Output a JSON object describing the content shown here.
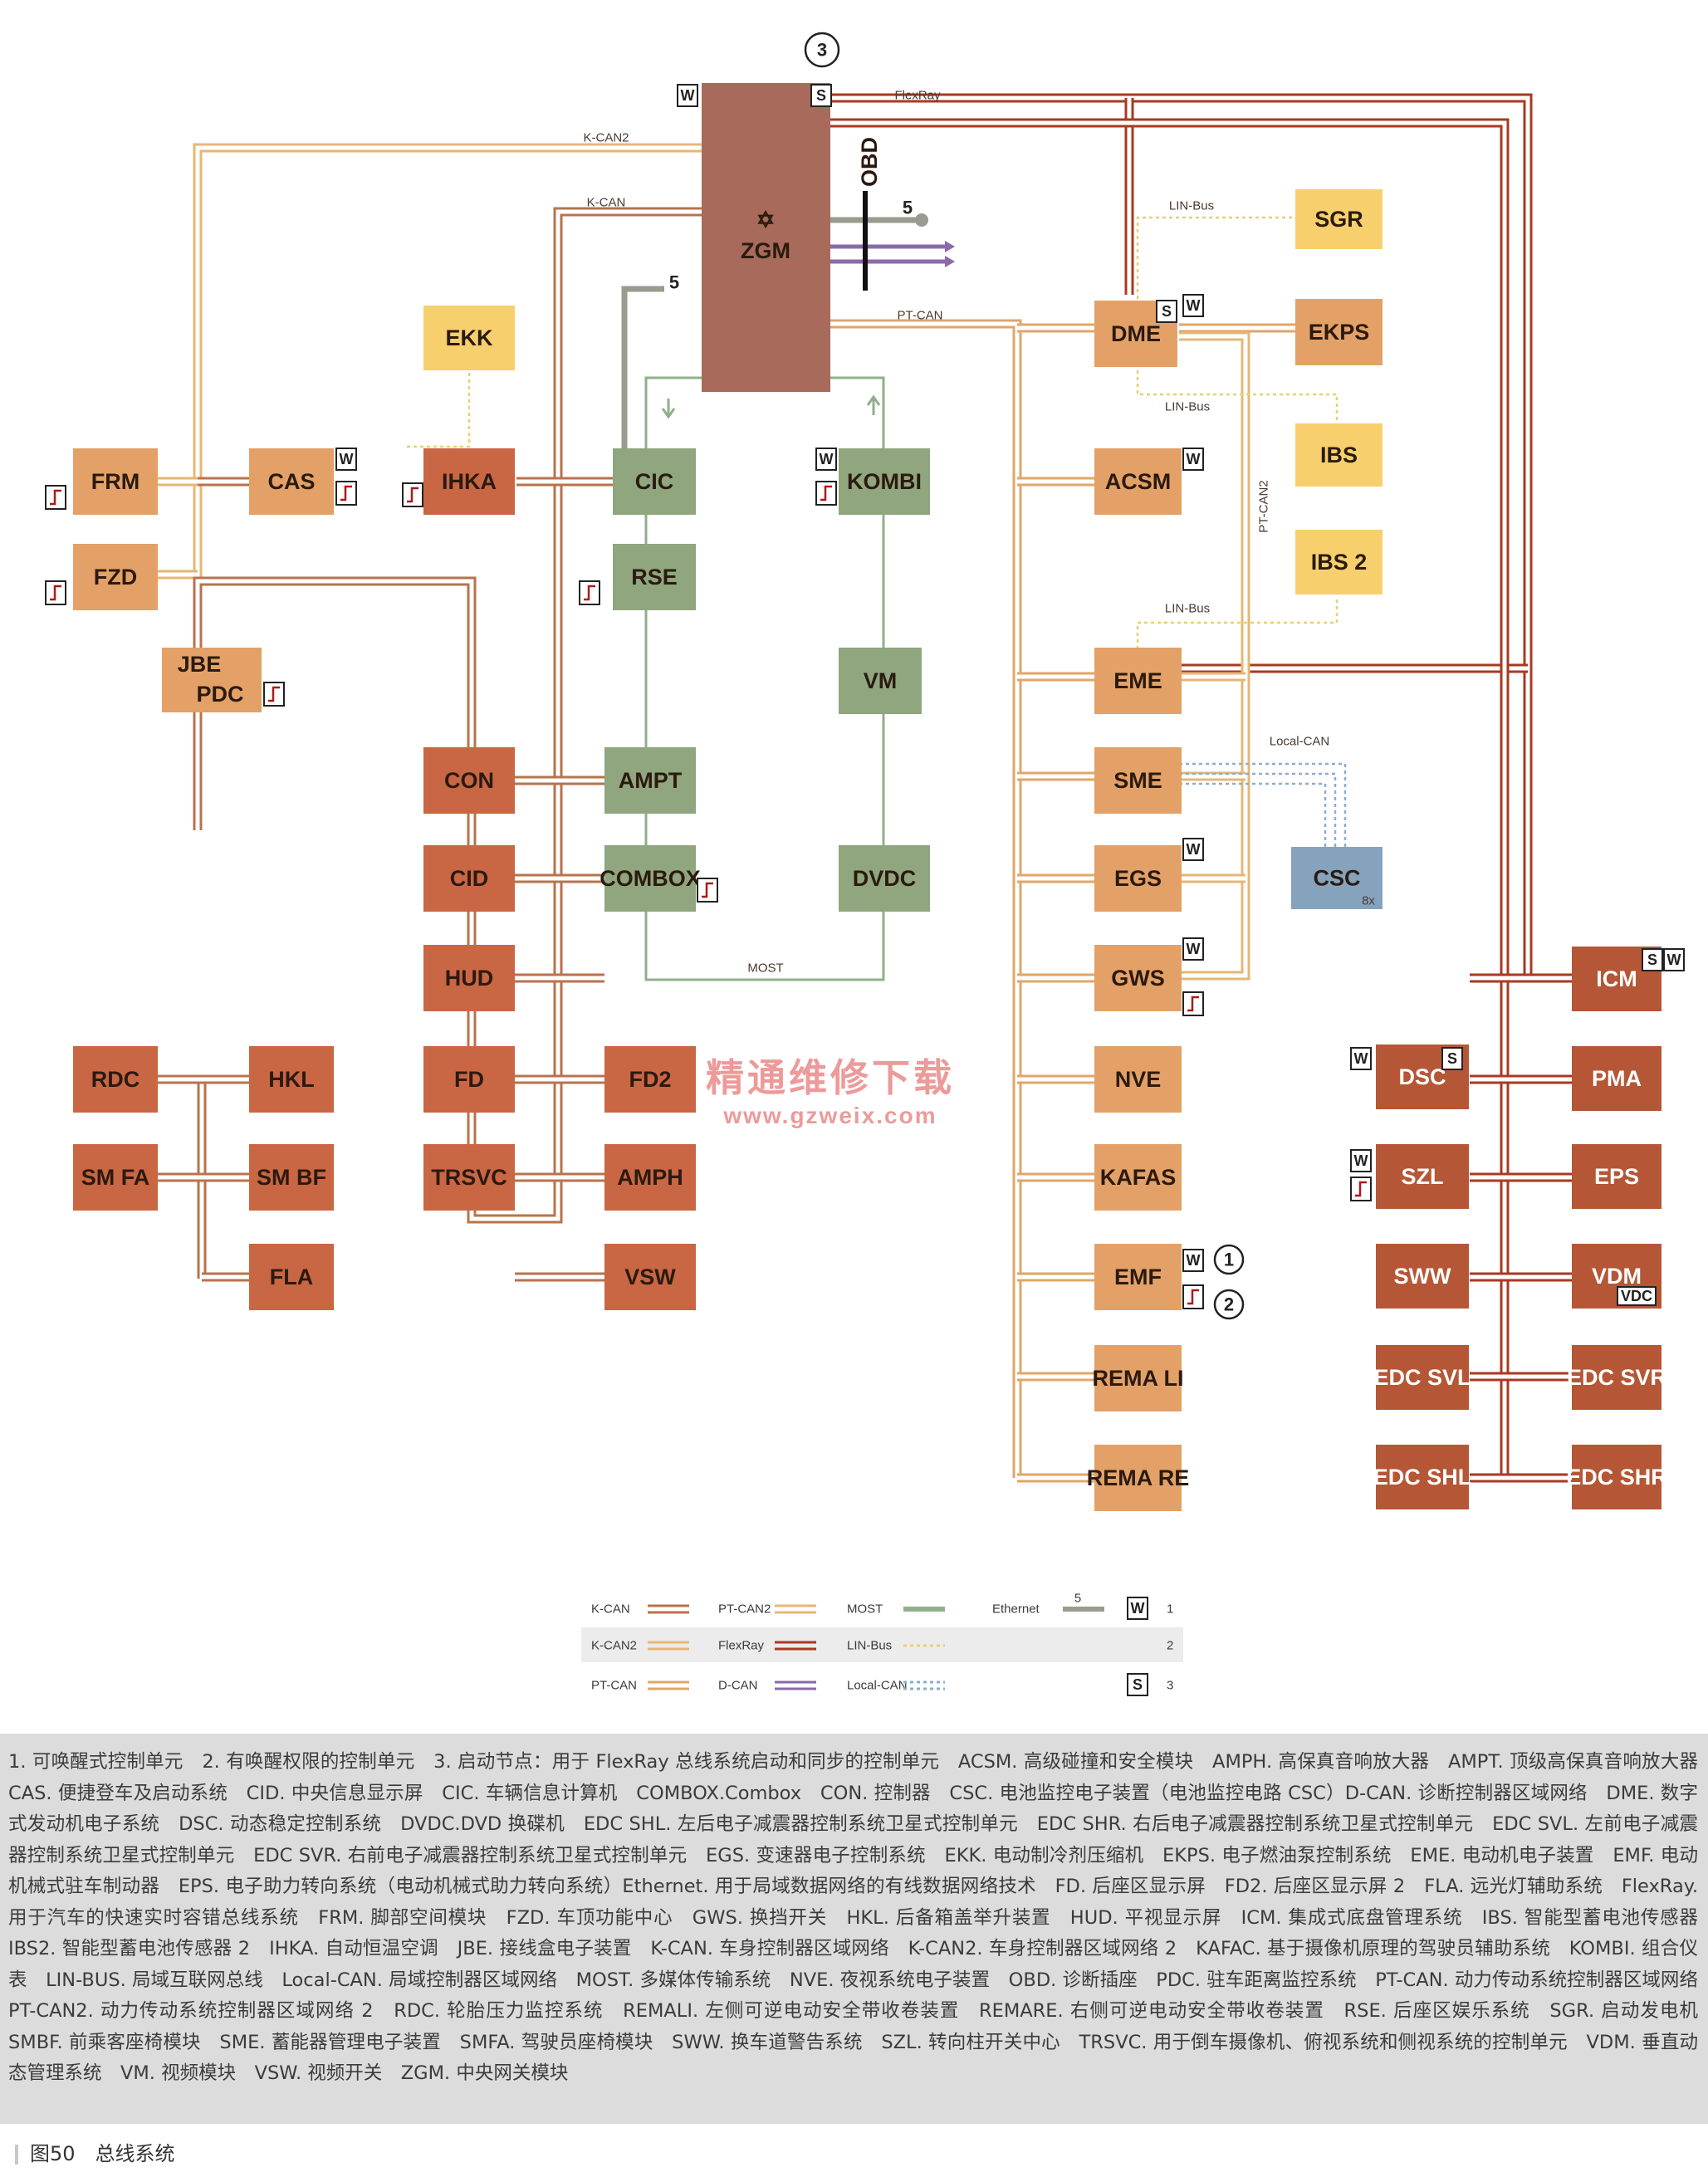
{
  "gateway": {
    "label": "ZGM",
    "badges": [
      "W",
      "S"
    ],
    "star": "✡"
  },
  "node3": "3",
  "ethernet_num": "5",
  "obd": "OBD",
  "bus_labels": {
    "k_can2": "K-CAN2",
    "k_can": "K-CAN",
    "flexray": "FlexRay",
    "pt_can": "PT-CAN",
    "pt_can2": "PT-CAN2",
    "lin_bus": "LIN-Bus",
    "local_can": "Local-CAN",
    "most": "MOST"
  },
  "ecus": [
    {
      "id": "SGR",
      "label": "SGR"
    },
    {
      "id": "EKK",
      "label": "EKK"
    },
    {
      "id": "DME",
      "label": "DME"
    },
    {
      "id": "EKPS",
      "label": "EKPS"
    },
    {
      "id": "IBS",
      "label": "IBS"
    },
    {
      "id": "IBS2",
      "label": "IBS 2"
    },
    {
      "id": "FRM",
      "label": "FRM"
    },
    {
      "id": "CAS",
      "label": "CAS"
    },
    {
      "id": "IHKA",
      "label": "IHKA"
    },
    {
      "id": "CIC",
      "label": "CIC"
    },
    {
      "id": "KOMBI",
      "label": "KOMBI"
    },
    {
      "id": "ACSM",
      "label": "ACSM"
    },
    {
      "id": "FZD",
      "label": "FZD"
    },
    {
      "id": "RSE",
      "label": "RSE"
    },
    {
      "id": "JBE",
      "label": "JBE"
    },
    {
      "id": "PDC",
      "label": "PDC"
    },
    {
      "id": "VM",
      "label": "VM"
    },
    {
      "id": "EME",
      "label": "EME"
    },
    {
      "id": "CON",
      "label": "CON"
    },
    {
      "id": "AMPT",
      "label": "AMPT"
    },
    {
      "id": "SME",
      "label": "SME"
    },
    {
      "id": "CSC",
      "label": "CSC"
    },
    {
      "id": "CID",
      "label": "CID"
    },
    {
      "id": "COMBOX",
      "label": "COMBOX"
    },
    {
      "id": "DVDC",
      "label": "DVDC"
    },
    {
      "id": "EGS",
      "label": "EGS"
    },
    {
      "id": "HUD",
      "label": "HUD"
    },
    {
      "id": "GWS",
      "label": "GWS"
    },
    {
      "id": "ICM",
      "label": "ICM"
    },
    {
      "id": "RDC",
      "label": "RDC"
    },
    {
      "id": "HKL",
      "label": "HKL"
    },
    {
      "id": "FD",
      "label": "FD"
    },
    {
      "id": "FD2",
      "label": "FD2"
    },
    {
      "id": "NVE",
      "label": "NVE"
    },
    {
      "id": "DSC",
      "label": "DSC"
    },
    {
      "id": "PMA",
      "label": "PMA"
    },
    {
      "id": "SMFA",
      "label": "SM FA"
    },
    {
      "id": "SMBF",
      "label": "SM BF"
    },
    {
      "id": "TRSVC",
      "label": "TRSVC"
    },
    {
      "id": "AMPH",
      "label": "AMPH"
    },
    {
      "id": "KAFAS",
      "label": "KAFAS"
    },
    {
      "id": "SZL",
      "label": "SZL"
    },
    {
      "id": "EPS",
      "label": "EPS"
    },
    {
      "id": "FLA",
      "label": "FLA"
    },
    {
      "id": "VSW",
      "label": "VSW"
    },
    {
      "id": "EMF",
      "label": "EMF"
    },
    {
      "id": "SWW",
      "label": "SWW"
    },
    {
      "id": "VDM",
      "label": "VDM"
    },
    {
      "id": "REMALI",
      "label": "REMA LI"
    },
    {
      "id": "EDCSVL",
      "label": "EDC SVL"
    },
    {
      "id": "EDCSVR",
      "label": "EDC SVR"
    },
    {
      "id": "REMARE",
      "label": "REMA RE"
    },
    {
      "id": "EDCSHL",
      "label": "EDC SHL"
    },
    {
      "id": "EDCSHR",
      "label": "EDC SHR"
    }
  ],
  "csc_sub": "8x",
  "vdc_tag": "VDC",
  "callouts": {
    "emf_1": "1",
    "emf_2": "2"
  },
  "badge_w": "W",
  "badge_s": "S",
  "watermark": {
    "line1": "精通维修下载",
    "line2": "www.gzweix.com"
  },
  "legend": {
    "items": [
      {
        "label": "K-CAN"
      },
      {
        "label": "PT-CAN2"
      },
      {
        "label": "MOST"
      },
      {
        "label": "Ethernet"
      },
      {
        "label": "K-CAN2"
      },
      {
        "label": "FlexRay"
      },
      {
        "label": "LIN-Bus"
      },
      {
        "label": "PT-CAN"
      },
      {
        "label": "D-CAN"
      },
      {
        "label": "Local-CAN"
      }
    ],
    "ethernet_num": "5",
    "keys": [
      {
        "badge": "W",
        "num": "1"
      },
      {
        "badge": "",
        "num": "2"
      },
      {
        "badge": "S",
        "num": "3"
      }
    ]
  },
  "colors": {
    "k_can": "#b8734e",
    "k_can2": "#e6b774",
    "pt_can": "#e0a66a",
    "pt_can2": "#e6b774",
    "flexray": "#a83a22",
    "most": "#8fb08a",
    "d_can": "#8a6aaa",
    "lin": "#e8d070",
    "local_can": "#8aaed0",
    "ecu_orange": "#e3a167",
    "ecu_red": "#c96643",
    "ecu_green": "#8fa67e",
    "ecu_yellow": "#f7cf6d",
    "ecu_brown": "#b55736",
    "gateway": "#a86a5a",
    "csc": "#86a3bd"
  },
  "caption": "1. 可唤醒式控制单元　2. 有唤醒权限的控制单元　3. 启动节点：用于 FlexRay 总线系统启动和同步的控制单元　ACSM. 高级碰撞和安全模块　AMPH. 高保真音响放大器　AMPT. 顶级高保真音响放大器　CAS. 便捷登车及启动系统　CID. 中央信息显示屏　CIC. 车辆信息计算机　COMBOX.Combox　CON. 控制器　CSC. 电池监控电子装置（电池监控电路 CSC）D-CAN. 诊断控制器区域网络　DME. 数字式发动机电子系统　DSC. 动态稳定控制系统　DVDC.DVD 换碟机　EDC SHL. 左后电子减震器控制系统卫星式控制单元　EDC SHR. 右后电子减震器控制系统卫星式控制单元　EDC SVL. 左前电子减震器控制系统卫星式控制单元　EDC SVR. 右前电子减震器控制系统卫星式控制单元　EGS. 变速器电子控制系统　EKK. 电动制冷剂压缩机　EKPS. 电子燃油泵控制系统　EME. 电动机电子装置　EMF. 电动机械式驻车制动器　EPS. 电子助力转向系统（电动机械式助力转向系统）Ethernet. 用于局域数据网络的有线数据网络技术　FD. 后座区显示屏　FD2. 后座区显示屏 2　FLA. 远光灯辅助系统　FlexRay. 用于汽车的快速实时容错总线系统　FRM. 脚部空间模块　FZD. 车顶功能中心　GWS. 换挡开关　HKL. 后备箱盖举升装置　HUD. 平视显示屏　ICM. 集成式底盘管理系统　IBS. 智能型蓄电池传感器　IBS2. 智能型蓄电池传感器 2　IHKA. 自动恒温空调　JBE. 接线盒电子装置　K-CAN. 车身控制器区域网络　K-CAN2. 车身控制器区域网络 2　KAFAC. 基于摄像机原理的驾驶员辅助系统　KOMBI. 组合仪表　LIN-BUS. 局域互联网总线　Local-CAN. 局域控制器区域网络　MOST. 多媒体传输系统　NVE. 夜视系统电子装置　OBD. 诊断插座　PDC. 驻车距离监控系统　PT-CAN. 动力传动系统控制器区域网络　PT-CAN2. 动力传动系统控制器区域网络 2　RDC. 轮胎压力监控系统　REMALI. 左侧可逆电动安全带收卷装置　REMARE. 右侧可逆电动安全带收卷装置　RSE. 后座区娱乐系统　SGR. 启动发电机　SMBF. 前乘客座椅模块　SME. 蓄能器管理电子装置　SMFA. 驾驶员座椅模块　SWW. 换车道警告系统　SZL. 转向柱开关中心　TRSVC. 用于倒车摄像机、俯视系统和侧视系统的控制单元　VDM. 垂直动态管理系统　VM. 视频模块　VSW. 视频开关　ZGM. 中央网关模块",
  "figure_title": "图50　总线系统"
}
